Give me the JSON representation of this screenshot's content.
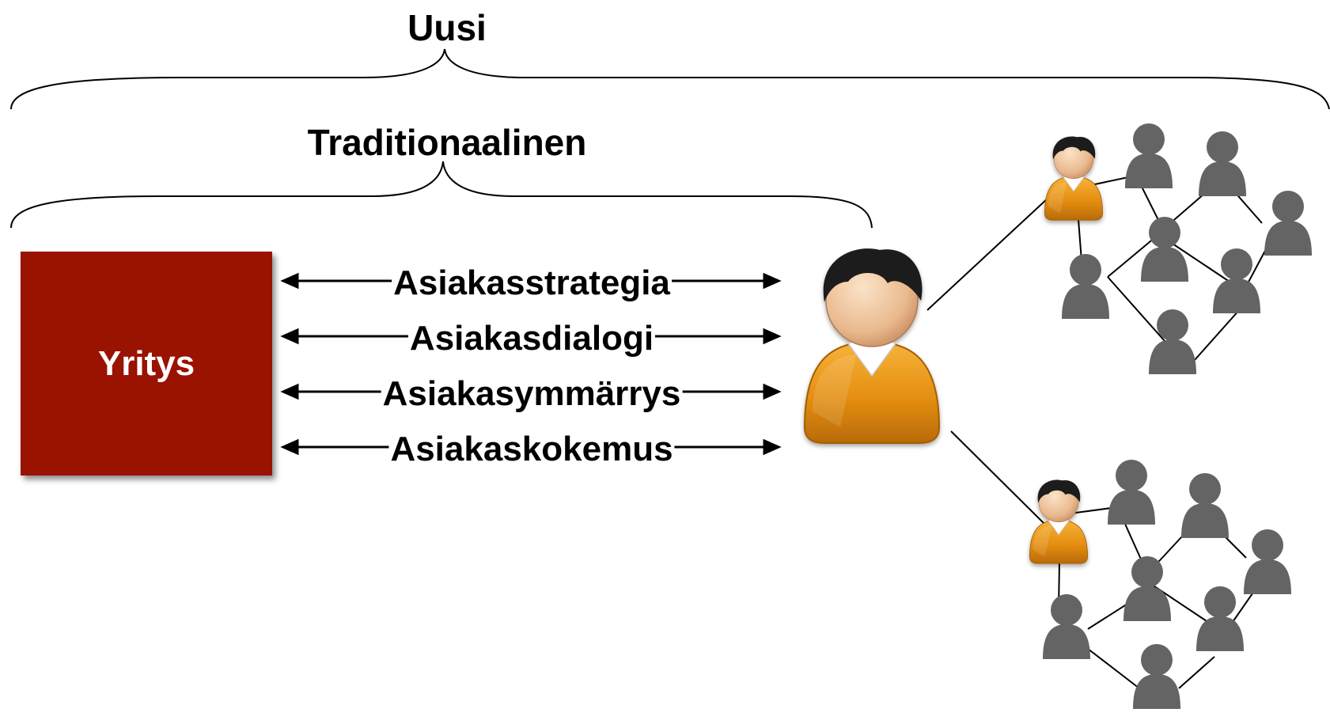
{
  "braces": {
    "outer_label": "Uusi",
    "inner_label": "Traditionaalinen"
  },
  "company": {
    "label": "Yritys",
    "color": "#9a1200"
  },
  "relations": [
    {
      "label": "Asiakasstrategia"
    },
    {
      "label": "Asiakasdialogi"
    },
    {
      "label": "Asiakasymmärrys"
    },
    {
      "label": "Asiakaskokemus"
    }
  ],
  "icons": {
    "customer": "person-icon",
    "network_member": "person-silhouette-icon",
    "customer_color": "#f0a030",
    "network_color": "#646464"
  }
}
